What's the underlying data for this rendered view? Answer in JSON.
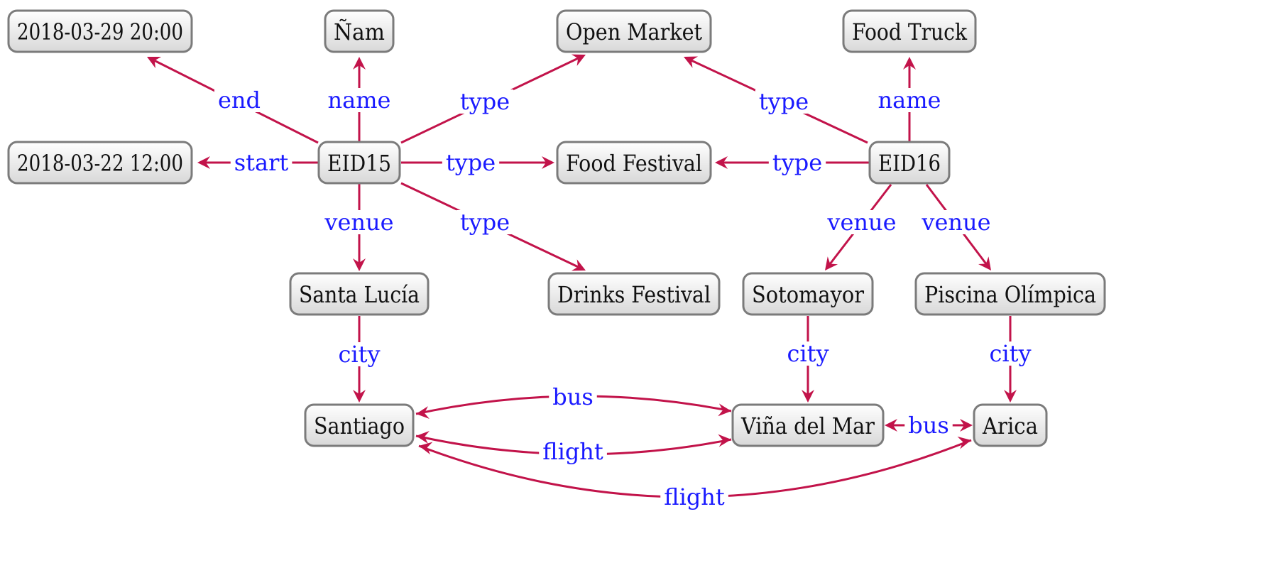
{
  "colors": {
    "edge": "#c2134a",
    "label": "#1a1aff",
    "node_border": "#7b7b7b",
    "node_fill_top": "#ffffff",
    "node_fill_bottom": "#d8d8d8"
  },
  "nodes": [
    {
      "id": "end_date",
      "label": "2018-03-29 20:00"
    },
    {
      "id": "nam",
      "label": "Ñam"
    },
    {
      "id": "open_mkt",
      "label": "Open Market"
    },
    {
      "id": "food_truck",
      "label": "Food Truck"
    },
    {
      "id": "start_date",
      "label": "2018-03-22 12:00"
    },
    {
      "id": "eid15",
      "label": "EID15"
    },
    {
      "id": "food_fest",
      "label": "Food Festival"
    },
    {
      "id": "eid16",
      "label": "EID16"
    },
    {
      "id": "santa",
      "label": "Santa Lucía"
    },
    {
      "id": "drinks",
      "label": "Drinks Festival"
    },
    {
      "id": "soto",
      "label": "Sotomayor"
    },
    {
      "id": "piscina",
      "label": "Piscina Olímpica"
    },
    {
      "id": "santiago",
      "label": "Santiago"
    },
    {
      "id": "vina",
      "label": "Viña del Mar"
    },
    {
      "id": "arica",
      "label": "Arica"
    }
  ],
  "edges": [
    {
      "from": "eid15",
      "to": "end_date",
      "label": "end",
      "dir": "forward"
    },
    {
      "from": "eid15",
      "to": "nam",
      "label": "name",
      "dir": "forward"
    },
    {
      "from": "eid15",
      "to": "open_mkt",
      "label": "type",
      "dir": "forward"
    },
    {
      "from": "eid15",
      "to": "start_date",
      "label": "start",
      "dir": "forward"
    },
    {
      "from": "eid15",
      "to": "food_fest",
      "label": "type",
      "dir": "forward"
    },
    {
      "from": "eid15",
      "to": "santa",
      "label": "venue",
      "dir": "forward"
    },
    {
      "from": "eid15",
      "to": "drinks",
      "label": "type",
      "dir": "forward"
    },
    {
      "from": "eid16",
      "to": "open_mkt",
      "label": "type",
      "dir": "forward"
    },
    {
      "from": "eid16",
      "to": "food_truck",
      "label": "name",
      "dir": "forward"
    },
    {
      "from": "eid16",
      "to": "food_fest",
      "label": "type",
      "dir": "forward"
    },
    {
      "from": "eid16",
      "to": "soto",
      "label": "venue",
      "dir": "forward"
    },
    {
      "from": "eid16",
      "to": "piscina",
      "label": "venue",
      "dir": "forward"
    },
    {
      "from": "santa",
      "to": "santiago",
      "label": "city",
      "dir": "forward"
    },
    {
      "from": "soto",
      "to": "vina",
      "label": "city",
      "dir": "forward"
    },
    {
      "from": "piscina",
      "to": "arica",
      "label": "city",
      "dir": "forward"
    },
    {
      "from": "santiago",
      "to": "vina",
      "label": "bus",
      "dir": "both"
    },
    {
      "from": "santiago",
      "to": "vina",
      "label": "flight",
      "dir": "both"
    },
    {
      "from": "vina",
      "to": "arica",
      "label": "bus",
      "dir": "both"
    },
    {
      "from": "santiago",
      "to": "arica",
      "label": "flight",
      "dir": "both"
    }
  ]
}
